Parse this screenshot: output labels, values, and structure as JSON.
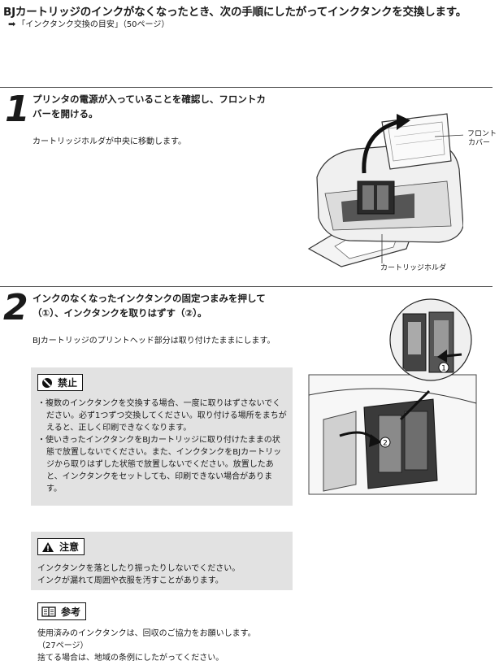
{
  "header": {
    "heading": "BJカートリッジのインクがなくなったとき、次の手順にしたがってインクタンクを交換します。",
    "ref_arrow": "➡",
    "ref_text": "「インクタンク交換の目安」（50ページ）"
  },
  "step1": {
    "number": "1",
    "title_line1": "プリンタの電源が入っていることを確認し、フロントカ",
    "title_line2": "バーを開ける。",
    "note": "カートリッジホルダが中央に移動します。",
    "callout_cover_line1": "フロント",
    "callout_cover_line2": "カバー",
    "callout_holder": "カートリッジホルダ"
  },
  "step2": {
    "number": "2",
    "title_line1": "インクのなくなったインクタンクの固定つまみを押して",
    "title_line2": "（①）、インクタンクを取りはずす（②）。",
    "note": "BJカートリッジのプリントヘッド部分は取り付けたままにします。",
    "marker1": "1",
    "marker2": "2"
  },
  "prohibition": {
    "label": "禁止",
    "icon": "prohibited-icon",
    "items": [
      "・複数のインクタンクを交換する場合、一度に取りはずさないでください。必ず1つずつ交換してください。取り付ける場所をまちがえると、正しく印刷できなくなります。",
      "・使いきったインクタンクをBJカートリッジに取り付けたままの状態で放置しないでください。また、インクタンクをBJカートリッジから取りはずした状態で放置しないでください。放置したあと、インクタンクをセットしても、印刷できない場合があります。"
    ]
  },
  "caution": {
    "label": "注意",
    "icon": "warning-triangle-icon",
    "line1": "インクタンクを落としたり振ったりしないでください。",
    "line2": "インクが漏れて周囲や衣服を汚すことがあります。"
  },
  "reference": {
    "label": "参考",
    "icon": "book-icon",
    "line1": "使用済みのインクタンクは、回収のご協力をお願いします。",
    "line2": "（27ページ）",
    "line3": "捨てる場合は、地域の条例にしたがってください。"
  }
}
